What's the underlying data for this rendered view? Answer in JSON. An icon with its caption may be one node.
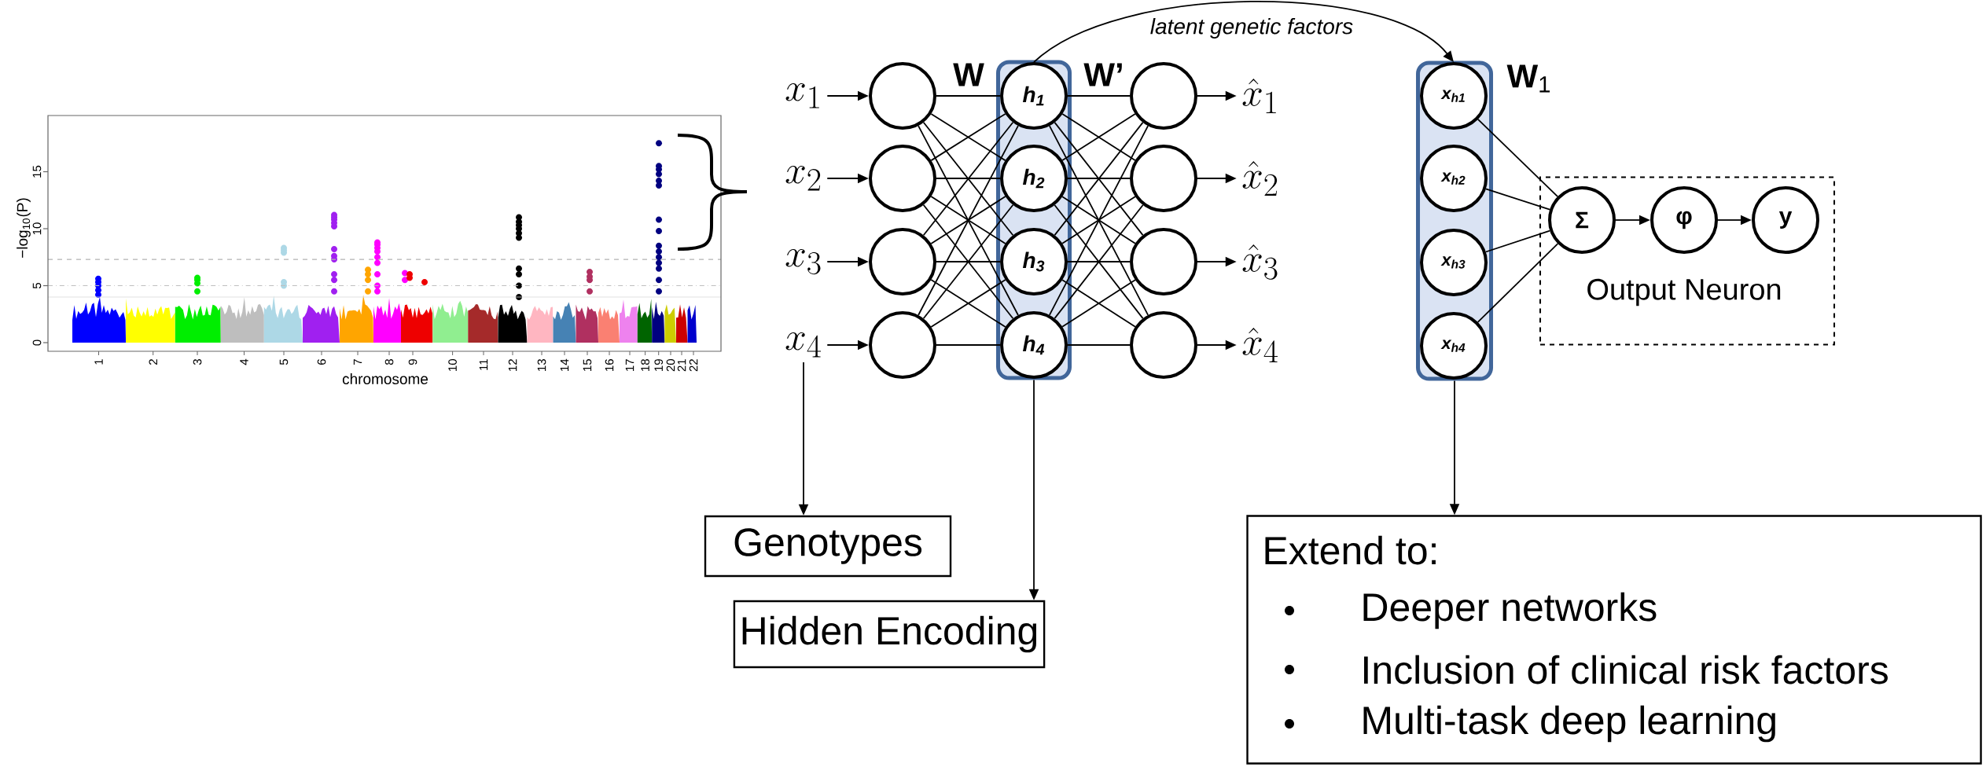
{
  "diagram": {
    "nodes": [
      {
        "text": [
          "x_{1}"
        ]
      },
      {
        "text": [
          "x_{2}"
        ]
      },
      {
        "text": [
          "x_{3}"
        ]
      },
      {
        "text": [
          "x_{4}"
        ]
      },
      {
        "text": [],
        "shape": "circle"
      },
      {
        "text": [],
        "shape": "circle"
      },
      {
        "text": [],
        "shape": "circle"
      },
      {
        "text": [],
        "shape": "circle"
      },
      {
        "text": [],
        "shape": "box"
      },
      {
        "text": [
          "h$_{1}$"
        ],
        "in": 8
      },
      {
        "text": [
          "h$_{2}$"
        ],
        "in": 8
      },
      {
        "text": [
          "h$_{3}$"
        ],
        "in": 8
      },
      {
        "text": [
          "h$_{4}$"
        ],
        "in": 8
      },
      {
        "text": [],
        "shape": "circle"
      },
      {
        "text": [],
        "shape": "circle"
      },
      {
        "text": [],
        "shape": "circle"
      },
      {
        "text": [],
        "shape": "circle"
      },
      {
        "text": [
          "\\hat{x}_{1}"
        ]
      },
      {
        "text": [
          "\\hat{x}_{2}"
        ]
      },
      {
        "text": [
          "\\hat{x}_{3}"
        ]
      },
      {
        "text": [
          "\\hat{x}_{4}"
        ]
      },
      {
        "text": [],
        "shape": "box"
      },
      {
        "text": [
          "x$_{h1}$"
        ],
        "in": 21
      },
      {
        "text": [
          "x$_{h2}$"
        ],
        "in": 21
      },
      {
        "text": [
          "x$_{h3}$"
        ],
        "in": 21
      },
      {
        "text": [
          "x$_{h4}$"
        ],
        "in": 21
      },
      {
        "text": [
          "Output Neuron"
        ]
      },
      {
        "text": [
          "Σ"
        ],
        "in": 26
      },
      {
        "text": [
          "φ"
        ],
        "in": 26
      },
      {
        "text": [
          "y"
        ],
        "in": 26
      },
      {
        "text": [
          "Genotypes"
        ]
      },
      {
        "text": [
          "Hidden Encoding"
        ]
      },
      {
        "text": [
          "Extend to:",
          "Deeper networks",
          "Inclusion of clinical risk factors",
          "Multi-task deep learning"
        ]
      }
    ],
    "edges": [
      {
        "from": 0,
        "to": 4,
        "arrow": "to"
      },
      {
        "from": 1,
        "to": 5,
        "arrow": "to"
      },
      {
        "from": 2,
        "to": 6,
        "arrow": "to"
      },
      {
        "from": 3,
        "to": 7,
        "arrow": "to"
      },
      {
        "from": 4,
        "to": 9,
        "arrow": "none"
      },
      {
        "from": 4,
        "to": 10,
        "arrow": "none"
      },
      {
        "from": 4,
        "to": 11,
        "arrow": "none"
      },
      {
        "from": 4,
        "to": 12,
        "arrow": "none"
      },
      {
        "from": 5,
        "to": 9,
        "arrow": "none"
      },
      {
        "from": 5,
        "to": 10,
        "arrow": "none"
      },
      {
        "from": 5,
        "to": 11,
        "arrow": "none"
      },
      {
        "from": 5,
        "to": 12,
        "arrow": "none"
      },
      {
        "from": 6,
        "to": 9,
        "arrow": "none"
      },
      {
        "from": 6,
        "to": 10,
        "arrow": "none"
      },
      {
        "from": 6,
        "to": 11,
        "arrow": "none"
      },
      {
        "from": 6,
        "to": 12,
        "arrow": "none"
      },
      {
        "from": 7,
        "to": 9,
        "arrow": "none"
      },
      {
        "from": 7,
        "to": 10,
        "arrow": "none"
      },
      {
        "from": 7,
        "to": 11,
        "arrow": "none"
      },
      {
        "from": 7,
        "to": 12,
        "arrow": "none"
      },
      {
        "from": 9,
        "to": 13,
        "arrow": "none"
      },
      {
        "from": 9,
        "to": 14,
        "arrow": "none"
      },
      {
        "from": 9,
        "to": 15,
        "arrow": "none"
      },
      {
        "from": 9,
        "to": 16,
        "arrow": "none"
      },
      {
        "from": 10,
        "to": 13,
        "arrow": "none"
      },
      {
        "from": 10,
        "to": 14,
        "arrow": "none"
      },
      {
        "from": 10,
        "to": 15,
        "arrow": "none"
      },
      {
        "from": 10,
        "to": 16,
        "arrow": "none"
      },
      {
        "from": 11,
        "to": 13,
        "arrow": "none"
      },
      {
        "from": 11,
        "to": 14,
        "arrow": "none"
      },
      {
        "from": 11,
        "to": 15,
        "arrow": "none"
      },
      {
        "from": 11,
        "to": 16,
        "arrow": "none"
      },
      {
        "from": 12,
        "to": 13,
        "arrow": "none"
      },
      {
        "from": 12,
        "to": 14,
        "arrow": "none"
      },
      {
        "from": 12,
        "to": 15,
        "arrow": "none"
      },
      {
        "from": 12,
        "to": 16,
        "arrow": "none"
      },
      {
        "from": 13,
        "to": 17,
        "arrow": "to"
      },
      {
        "from": 14,
        "to": 18,
        "arrow": "to"
      },
      {
        "from": 15,
        "to": 19,
        "arrow": "to"
      },
      {
        "from": 16,
        "to": 20,
        "arrow": "to"
      },
      {
        "from": 9,
        "to": 22,
        "arrow": "to",
        "label": "latent genetic factors"
      },
      {
        "from": 22,
        "to": 27,
        "arrow": "none"
      },
      {
        "from": 23,
        "to": 27,
        "arrow": "none"
      },
      {
        "from": 24,
        "to": 27,
        "arrow": "none"
      },
      {
        "from": 25,
        "to": 27,
        "arrow": "none"
      },
      {
        "from": 27,
        "to": 28,
        "arrow": "to"
      },
      {
        "from": 28,
        "to": 29,
        "arrow": "to"
      },
      {
        "from": 3,
        "to": 30,
        "arrow": "to"
      },
      {
        "from": 8,
        "to": 31,
        "arrow": "to"
      },
      {
        "from": 21,
        "to": 32,
        "arrow": "to"
      }
    ],
    "labels": [
      "W",
      "W’",
      "**W**$_{1}$",
      "−log$_{10}$(P)",
      "15",
      "10",
      "5",
      "0",
      "1",
      "2",
      "3",
      "4",
      "5",
      "6",
      "7",
      "8",
      "9",
      "10",
      "11",
      "12",
      "13",
      "14",
      "15",
      "16",
      "17",
      "18",
      "19",
      "20",
      "21",
      "22",
      "chromosome"
    ]
  }
}
